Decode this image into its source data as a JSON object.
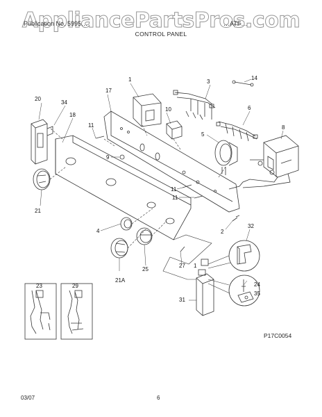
{
  "watermark": "AppliancePartsPros.com",
  "header": {
    "left_text": "Publication No. 5995…",
    "right_text": "…ATF…",
    "section_title": "CONTROL PANEL"
  },
  "callouts": {
    "c1": "1",
    "c1b": "1",
    "c2": "2",
    "c3": "3",
    "c4": "4",
    "c5": "5",
    "c6": "6",
    "c8": "8",
    "c9": "9",
    "c10": "10",
    "c11a": "11",
    "c11b": "11",
    "c11c": "11",
    "c14": "14",
    "c17": "17",
    "c18": "18",
    "c20": "20",
    "c21": "21",
    "c21A": "21A",
    "c23": "23",
    "c24": "24",
    "c25": "25",
    "c27": "27",
    "c29": "29",
    "c31": "31",
    "c32": "32",
    "c34": "34",
    "c35": "35"
  },
  "diagram_code": "P17C0054",
  "footer": {
    "date": "03/07",
    "page_number": "6"
  }
}
